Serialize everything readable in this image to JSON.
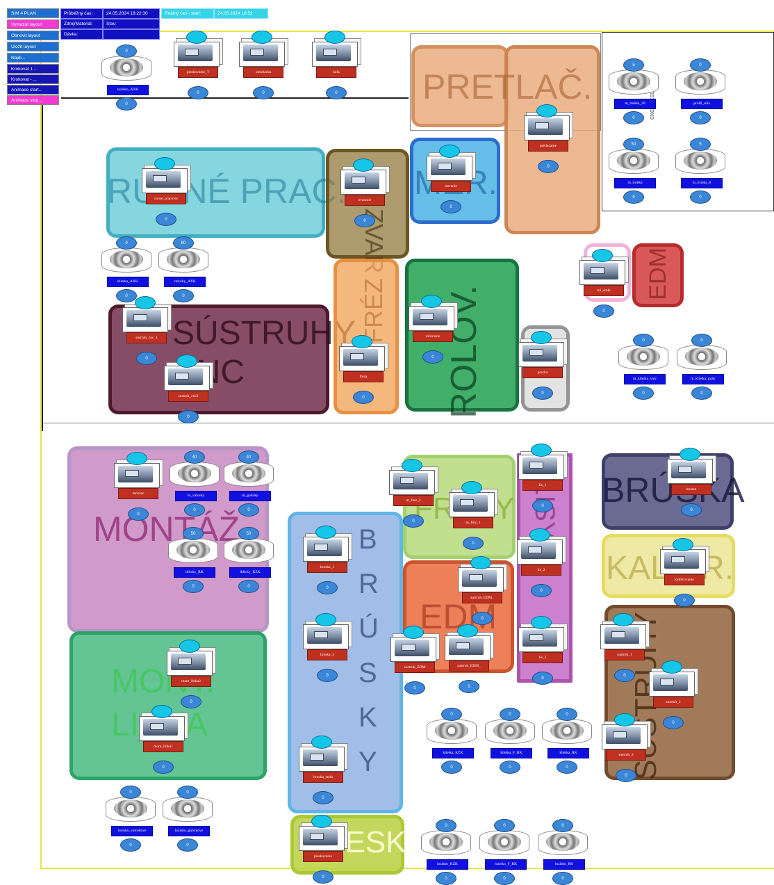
{
  "panel": {
    "buttons": [
      "SIM 4 PLAN",
      "Vymazat layout",
      "Obnovit layout",
      "Uložit layout",
      "Najdi...",
      "Krokovat 1 ...",
      "Krokovat - ...",
      "Animace start...",
      "Animace stop..."
    ],
    "info": {
      "label_time": "Průběžný čas:",
      "value_time": "24.05.2024 18:22:30",
      "label_source": "Zdroj/Materiál:",
      "value_state": "Stav:",
      "label_delivery": "Dávka:",
      "real_time_label": "Reálný čas - start:",
      "real_time_value": "24.05.2024 10:52"
    }
  },
  "zones": [
    {
      "label": "PRETLAČ.",
      "color": "#e8a878"
    },
    {
      "label": "RUČNÉ PRAC.",
      "color": "#5ec8d6"
    },
    {
      "label": "ZVAR",
      "color": "#8a7030"
    },
    {
      "label": "MER.",
      "color": "#30a8e0"
    },
    {
      "label": "EDM",
      "color": "#d03030"
    },
    {
      "label": "SÚSTRUHY CNC",
      "color": "#6a2040"
    },
    {
      "label": "FRÉZ",
      "color": "#f0a050"
    },
    {
      "label": "ROLOV.",
      "color": "#20a050"
    },
    {
      "label": "MONTÁŽ",
      "color": "#c078b8"
    },
    {
      "label": "MONT. LINKA",
      "color": "#30b070"
    },
    {
      "label": "BRÚSKY",
      "color": "#80a8e0"
    },
    {
      "label": "FRÉZY",
      "color": "#a8d060"
    },
    {
      "label": "EDM",
      "color": "#e86030"
    },
    {
      "label": "LISY",
      "color": "#c060c0"
    },
    {
      "label": "BRÚSKA",
      "color": "#505080"
    },
    {
      "label": "KALIBR.",
      "color": "#e8e080"
    },
    {
      "label": "SÚSTRUHY",
      "color": "#8a5a30"
    },
    {
      "label": "LESK.",
      "color": "#b8d040"
    }
  ],
  "machines": [
    {
      "label": "pieskovanie_T",
      "count": "0"
    },
    {
      "label": "omielacka",
      "count": "0"
    },
    {
      "label": "kefa",
      "count": "0"
    },
    {
      "label": "pretlacanie",
      "count": "0"
    },
    {
      "label": "rucne_pracovis",
      "count": "0"
    },
    {
      "label": "zvaranie",
      "count": "0"
    },
    {
      "label": "meranie",
      "count": "0"
    },
    {
      "label": "rol_stolk",
      "count": "0"
    },
    {
      "label": "sustruh_cnc_1",
      "count": "0"
    },
    {
      "label": "sustruh_cnc2",
      "count": "0"
    },
    {
      "label": "freza",
      "count": "0"
    },
    {
      "label": "rolovanie",
      "count": "0"
    },
    {
      "label": "pracka",
      "count": "0"
    },
    {
      "label": "montaz",
      "count": "0"
    },
    {
      "label": "m_frez_2",
      "count": "0"
    },
    {
      "label": "m_frez_1",
      "count": "0"
    },
    {
      "label": "lis_1",
      "count": "0"
    },
    {
      "label": "bruska",
      "count": "0"
    },
    {
      "label": "bruska_1",
      "count": "0"
    },
    {
      "label": "sustruh_EDM_",
      "count": "0"
    },
    {
      "label": "lis_2",
      "count": "0"
    },
    {
      "label": "kalibrovanie",
      "count": "0"
    },
    {
      "label": "mont_linka2",
      "count": "0"
    },
    {
      "label": "bruska_2",
      "count": "0"
    },
    {
      "label": "sustruh_EDM",
      "count": "0"
    },
    {
      "label": "sustruh_EDM_",
      "count": "0"
    },
    {
      "label": "lis_3",
      "count": "0"
    },
    {
      "label": "sustruh_1",
      "count": "0"
    },
    {
      "label": "sustruh_2",
      "count": "0"
    },
    {
      "label": "mont_linka1",
      "count": "0"
    },
    {
      "label": "sustruh_3",
      "count": "0"
    },
    {
      "label": "bruska_stola",
      "count": "0"
    },
    {
      "label": "pieskovanie",
      "count": "0"
    }
  ],
  "stores": [
    {
      "label": "lozisko_AXK",
      "top": "0",
      "bottom": "0"
    },
    {
      "label": "m_trubka_20",
      "top": "5",
      "bottom": "0"
    },
    {
      "label": "profil_rola",
      "top": "0",
      "bottom": "0"
    },
    {
      "label": "m_trubka",
      "top": "50",
      "bottom": "0"
    },
    {
      "label": "m_trubka_8",
      "top": "5",
      "bottom": "0"
    },
    {
      "label": "klietka_AXK",
      "top": "0",
      "bottom": "0"
    },
    {
      "label": "valceky_AXK",
      "top": "80",
      "bottom": "0"
    },
    {
      "label": "m_klietka_valc",
      "top": "0",
      "bottom": "0"
    },
    {
      "label": "m_klietka_gulic",
      "top": "0",
      "bottom": "0"
    },
    {
      "label": "m_valceky",
      "top": "40",
      "bottom": "0"
    },
    {
      "label": "m_gulicky",
      "top": "40",
      "bottom": "0"
    },
    {
      "label": "ihlicky_RK",
      "top": "50",
      "bottom": "0"
    },
    {
      "label": "ihlicky_KZK",
      "top": "50",
      "bottom": "0"
    },
    {
      "label": "klietka_KZK",
      "top": "0",
      "bottom": "0"
    },
    {
      "label": "klietka_F_RK",
      "top": "0",
      "bottom": "0"
    },
    {
      "label": "klietka_RK",
      "top": "0",
      "bottom": "0"
    },
    {
      "label": "lozisko_valcekove",
      "top": "0",
      "bottom": "0"
    },
    {
      "label": "lozisko_gulickove",
      "top": "0",
      "bottom": "0"
    },
    {
      "label": "lozisko_KZK",
      "top": "0",
      "bottom": "0"
    },
    {
      "label": "lozisko_F_RK",
      "top": "0",
      "bottom": "0"
    },
    {
      "label": "lozisko_RK",
      "top": "0",
      "bottom": "0"
    }
  ],
  "press_text": "CNC PRESS"
}
